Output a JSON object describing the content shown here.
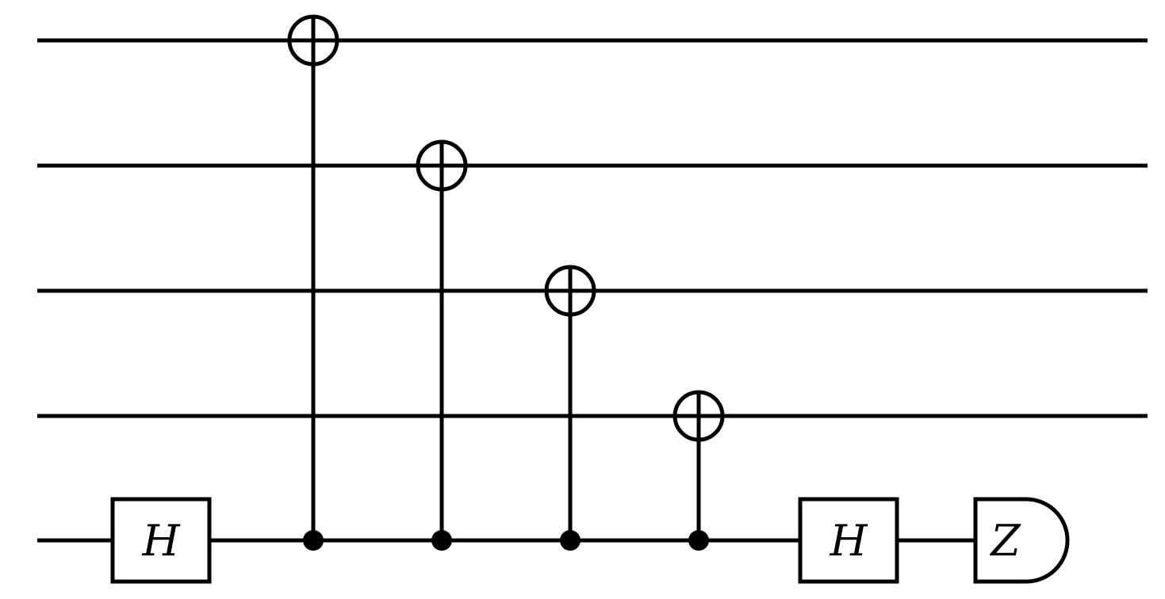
{
  "circuit": {
    "num_qubits": 5,
    "operations": [
      {
        "type": "gate",
        "label": "H",
        "qubit": 4
      },
      {
        "type": "cnot",
        "control": 4,
        "target": 0
      },
      {
        "type": "cnot",
        "control": 4,
        "target": 1
      },
      {
        "type": "cnot",
        "control": 4,
        "target": 2
      },
      {
        "type": "cnot",
        "control": 4,
        "target": 3
      },
      {
        "type": "gate",
        "label": "H",
        "qubit": 4
      },
      {
        "type": "measure",
        "label": "Z",
        "qubit": 4
      }
    ]
  }
}
